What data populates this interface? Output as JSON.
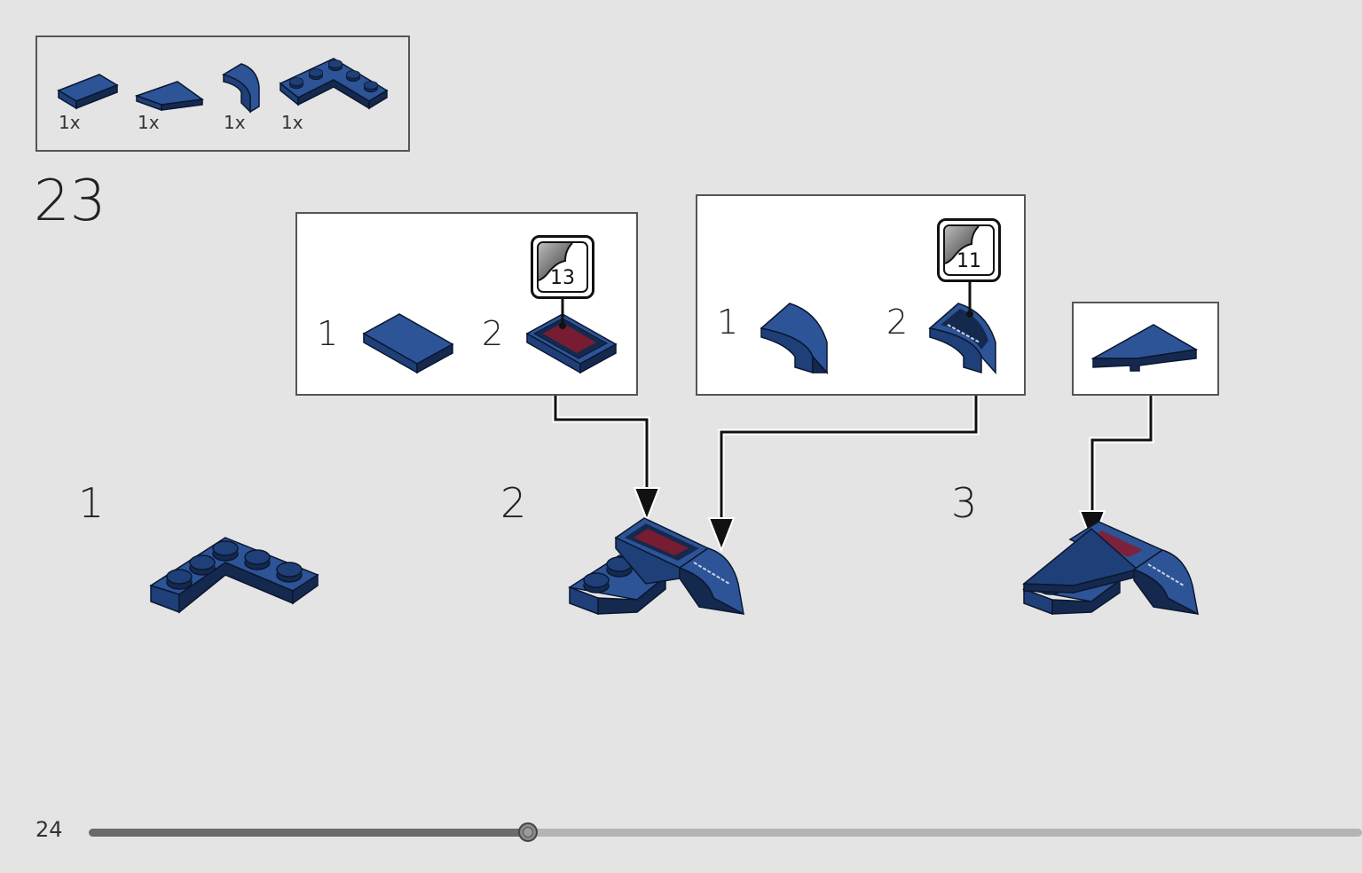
{
  "page": {
    "number": "24",
    "progress": 0.345
  },
  "parts_list": {
    "items": [
      {
        "part": "tile-1x2",
        "qty": "1x"
      },
      {
        "part": "wedge-plate",
        "qty": "1x"
      },
      {
        "part": "curved-slope",
        "qty": "1x"
      },
      {
        "part": "corner-plate",
        "qty": "1x"
      }
    ]
  },
  "step": {
    "number": "23",
    "substeps": [
      "1",
      "2",
      "3"
    ],
    "callouts": [
      {
        "steps": [
          "1",
          "2"
        ],
        "sticker": "13"
      },
      {
        "steps": [
          "1",
          "2"
        ],
        "sticker": "11"
      }
    ]
  },
  "colors": {
    "brick_blue": "#1f3f78",
    "brick_blue_dark": "#15294f",
    "brick_blue_light": "#2d5497",
    "decal_red": "#8a1a2c",
    "background": "#e4e4e4"
  }
}
